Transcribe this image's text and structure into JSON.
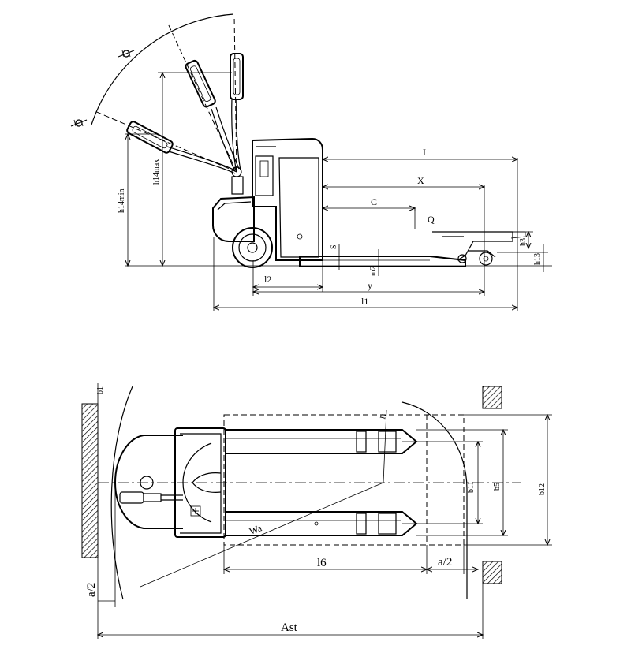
{
  "side_view": {
    "labels": {
      "L": "L",
      "X": "X",
      "C": "C",
      "Q": "Q",
      "S": "S",
      "h3": "h3",
      "h13": "h13",
      "l2": "l2",
      "y": "y",
      "l1": "l1",
      "m2": "m2",
      "h14min": "h14min",
      "h14max": "h14max"
    }
  },
  "top_view": {
    "labels": {
      "b1": "b1",
      "R": "R",
      "b11": "b11",
      "b5": "b5",
      "b12": "b12",
      "Wa": "Wa",
      "l6": "l6",
      "a_half_right": "a/2",
      "a_half_left": "a/2",
      "Ast": "Ast"
    }
  }
}
